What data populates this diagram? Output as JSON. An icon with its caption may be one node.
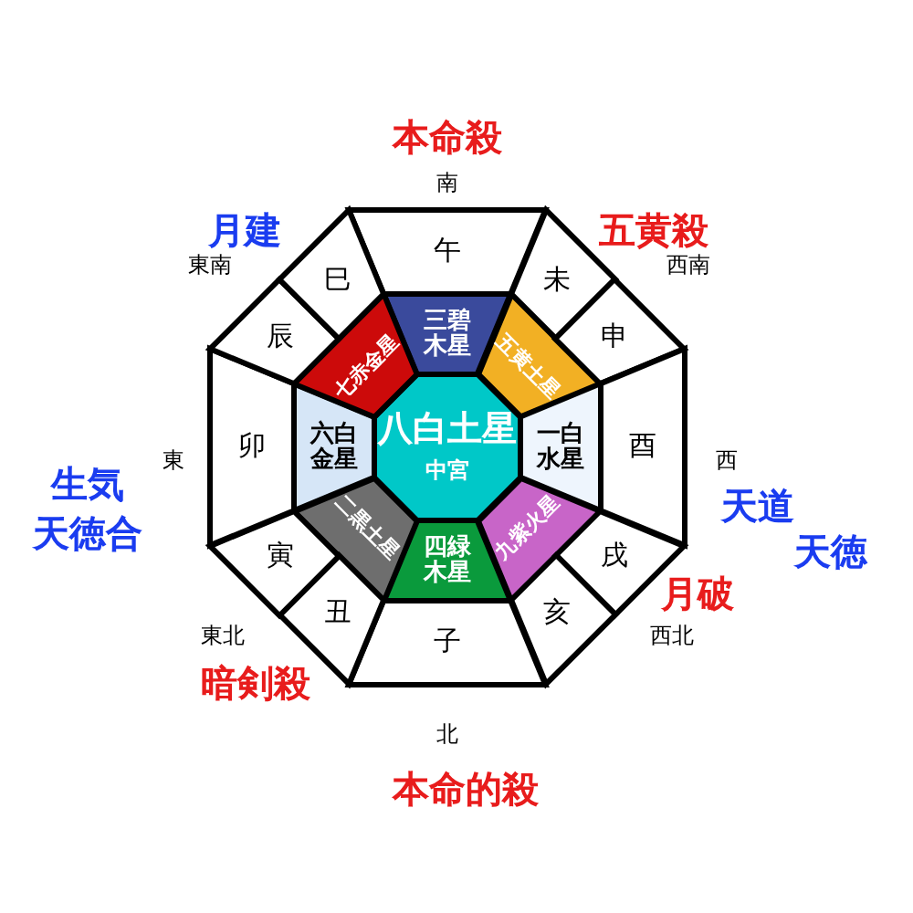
{
  "diagram": {
    "nodes": [
      {
        "text": [
          "八白土星",
          "中宮"
        ]
      },
      {
        "text": [
          "三碧木星"
        ]
      },
      {
        "text": [
          "五黄土星"
        ]
      },
      {
        "text": [
          "一白水星"
        ]
      },
      {
        "text": [
          "九紫火星"
        ]
      },
      {
        "text": [
          "四緑木星"
        ]
      },
      {
        "text": [
          "二黒土星"
        ]
      },
      {
        "text": [
          "六白金星"
        ]
      },
      {
        "text": [
          "七赤金星"
        ]
      },
      {
        "text": [
          "午"
        ]
      },
      {
        "text": [
          "未"
        ]
      },
      {
        "text": [
          "申"
        ]
      },
      {
        "text": [
          "酉"
        ]
      },
      {
        "text": [
          "戌"
        ]
      },
      {
        "text": [
          "亥"
        ]
      },
      {
        "text": [
          "子"
        ]
      },
      {
        "text": [
          "丑"
        ]
      },
      {
        "text": [
          "寅"
        ]
      },
      {
        "text": [
          "卯"
        ]
      },
      {
        "text": [
          "辰"
        ]
      },
      {
        "text": [
          "巳"
        ]
      }
    ],
    "labels": [
      "本命殺",
      "南",
      "月建",
      "五黄殺",
      "東南",
      "西南",
      "東",
      "西",
      "生気",
      "天道",
      "天徳合",
      "天徳",
      "月破",
      "東北",
      "西北",
      "暗剣殺",
      "北",
      "本命的殺"
    ]
  }
}
